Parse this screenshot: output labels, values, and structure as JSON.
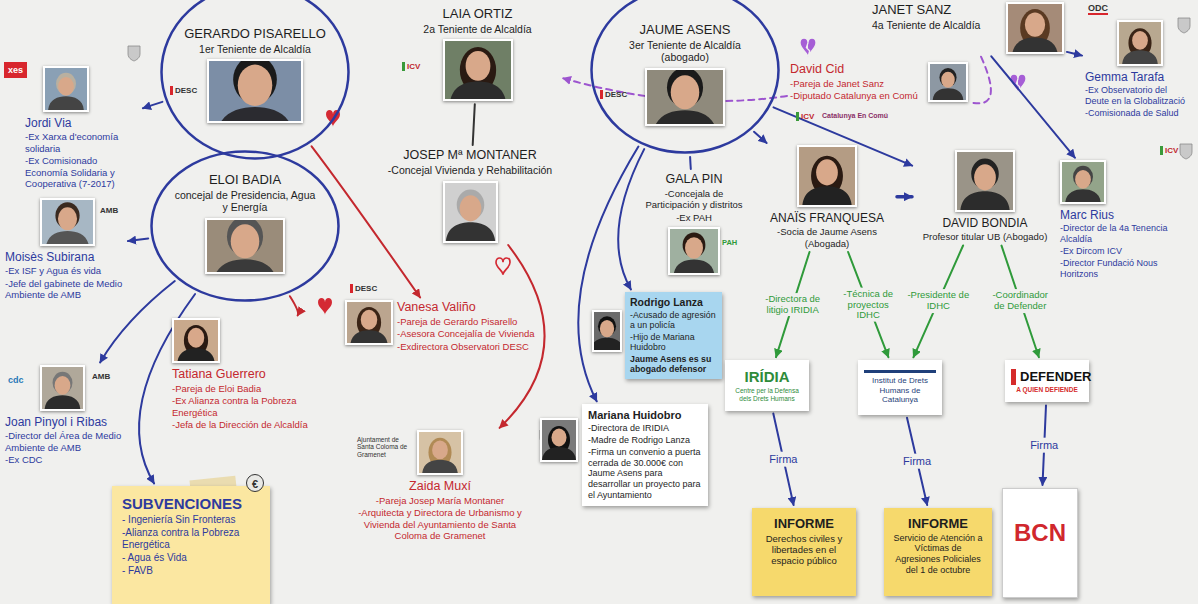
{
  "diagram": {
    "nodes": [
      {
        "text": [
          "GERARDO PISARELLO",
          "1er Teniente de Alcaldía"
        ]
      },
      {
        "text": [
          "ELOI BADIA",
          "concejal de Presidencia, Agua y Energía"
        ]
      },
      {
        "text": [
          "Jordi Via",
          "-Ex Xarxa d'economía solidaria",
          "-Ex Comisionado Economía Solidaria y Cooperativa (7-2017)"
        ]
      },
      {
        "text": [
          "Moisès Subirana",
          "-Ex ISF y Agua és vida",
          "-Jefe del gabinete de Medio Ambiente de AMB"
        ]
      },
      {
        "text": [
          "Joan Pinyol i Ribas",
          "-Director del Área de Medio Ambiente de AMB",
          "-Ex CDC"
        ]
      },
      {
        "text": [
          "SUBVENCIONES",
          "- Ingeniería Sin Fronteras",
          "-Alianza contra la Pobreza Energética",
          "- Agua és Vida",
          "- FAVB"
        ]
      },
      {
        "text": [
          "Tatiana Guerrero",
          "-Pareja de Eloi Badia",
          "-Ex Alianza contra la Pobreza Energética",
          "-Jefa de la Dirección de Alcaldía"
        ]
      },
      {
        "text": [
          "Vanesa Valiño",
          "-Pareja de Gerardo Pisarello",
          "-Asesora Concejalía de Vivienda",
          "-Exdirectora Observatori DESC"
        ]
      },
      {
        "text": [
          "LAIA ORTIZ",
          "2a Teniente de Alcaldía"
        ]
      },
      {
        "text": [
          "JOSEP Mª MONTANER",
          "-Concejal Vivienda y Rehabilitación"
        ]
      },
      {
        "text": [
          "Zaida Muxí",
          "-Pareja Josep María Montaner",
          "-Arquitecta y Directora de Urbanismo y Vivienda del Ayuntamiento de Santa Coloma de Gramenet"
        ]
      },
      {
        "text": [
          "JAUME ASENS",
          "3er Teniente de Alcaldía (abogado)"
        ]
      },
      {
        "text": [
          "GALA PIN",
          "-Concejala de Participación y distritos",
          "-Ex PAH"
        ]
      },
      {
        "text": [
          "Rodrigo Lanza",
          "-Acusado de agresión a un policía",
          "-Hijo de Mariana Huidobro",
          "Jaume Asens es su abogado defensor"
        ]
      },
      {
        "text": [
          "Mariana Huidobro",
          "-Directora de IRIDIA",
          "-Madre de Rodrigo Lanza",
          "-Firma un convenio a puerta cerrada de 30.000€ con Jaume Asens para desarrollar un proyecto para el Ayuntamiento"
        ]
      },
      {
        "text": [
          "JANET SANZ",
          "4a Teniente de Alcaldía"
        ]
      },
      {
        "text": [
          "David Cid",
          "-Pareja de Janet Sanz",
          "-Diputado Catalunya en Comú"
        ]
      },
      {
        "text": [
          "Gemma Tarafa",
          "-Ex Observatorio del Deute en la Globalització",
          "-Comisionada de Salud"
        ]
      },
      {
        "text": [
          "Marc Rius",
          "-Director de la 4a Tenencia Alcaldía",
          "-Ex Dircom ICV",
          "-Director Fundació Nous Horitzons"
        ]
      },
      {
        "text": [
          "ANAÏS FRANQUESA",
          "-Socia de Jaume Asens (Abogada)"
        ]
      },
      {
        "text": [
          "DAVID BONDIA",
          "Profesor titular UB (Abogado)"
        ]
      },
      {
        "text": [
          "IRÍDIA",
          "Centre per la Defensa dels Drets Humans"
        ]
      },
      {
        "text": [
          "Institut de Drets Humans de Catalunya"
        ]
      },
      {
        "text": [
          "DEFENDER",
          "A QUIEN DEFIENDE"
        ]
      },
      {
        "text": [
          "INFORME",
          "Derechos civiles y libertades en el espacio público"
        ]
      },
      {
        "text": [
          "INFORME",
          "Servicio de Atención a Víctimas de Agresiones Policiales del 1 de octubre"
        ]
      },
      {
        "text": [
          "BCN"
        ]
      }
    ],
    "edges": [
      {
        "from": 0,
        "to": 2,
        "arrow": "to"
      },
      {
        "from": 0,
        "to": 7,
        "arrow": "to"
      },
      {
        "from": 1,
        "to": 3,
        "arrow": "to"
      },
      {
        "from": 1,
        "to": 4,
        "arrow": "to"
      },
      {
        "from": 1,
        "to": 5,
        "arrow": "to"
      },
      {
        "from": 1,
        "to": 6,
        "arrow": "to"
      },
      {
        "from": 8,
        "to": 9,
        "arrow": "none"
      },
      {
        "from": 9,
        "to": 10,
        "arrow": "to"
      },
      {
        "from": 16,
        "to": 8,
        "arrow": "to"
      },
      {
        "from": 15,
        "to": 16,
        "arrow": "none"
      },
      {
        "from": 15,
        "to": 17,
        "arrow": "to"
      },
      {
        "from": 15,
        "to": 18,
        "arrow": "to"
      },
      {
        "from": 11,
        "to": 12,
        "arrow": "none"
      },
      {
        "from": 11,
        "to": 13,
        "arrow": "to"
      },
      {
        "from": 11,
        "to": 14,
        "arrow": "to"
      },
      {
        "from": 11,
        "to": 19,
        "arrow": "to"
      },
      {
        "from": 11,
        "to": 20,
        "arrow": "to"
      },
      {
        "from": 19,
        "to": 20,
        "arrow": "to"
      },
      {
        "from": 19,
        "to": 21,
        "arrow": "to",
        "label": "-Directora de litigio IRIDIA"
      },
      {
        "from": 19,
        "to": 22,
        "arrow": "to",
        "label": "-Técnica de proyectos IDHC"
      },
      {
        "from": 20,
        "to": 22,
        "arrow": "to",
        "label": "-Presidente de IDHC"
      },
      {
        "from": 20,
        "to": 23,
        "arrow": "to",
        "label": "-Coordinador de Defender"
      },
      {
        "from": 21,
        "to": 24,
        "arrow": "to",
        "label": "Firma"
      },
      {
        "from": 22,
        "to": 25,
        "arrow": "to",
        "label": "Firma"
      },
      {
        "from": 23,
        "to": 26,
        "arrow": "to",
        "label": "Firma"
      }
    ],
    "labels": [
      "xes",
      "DESC",
      "AMB",
      "AMB",
      "cdc",
      "DESC",
      "ICV",
      "Ajuntament de Santa Coloma de Gramenet",
      "DESC",
      "PAH",
      "ICV",
      "Catalunya En Comú",
      "ODC",
      "ICV",
      "€"
    ]
  }
}
